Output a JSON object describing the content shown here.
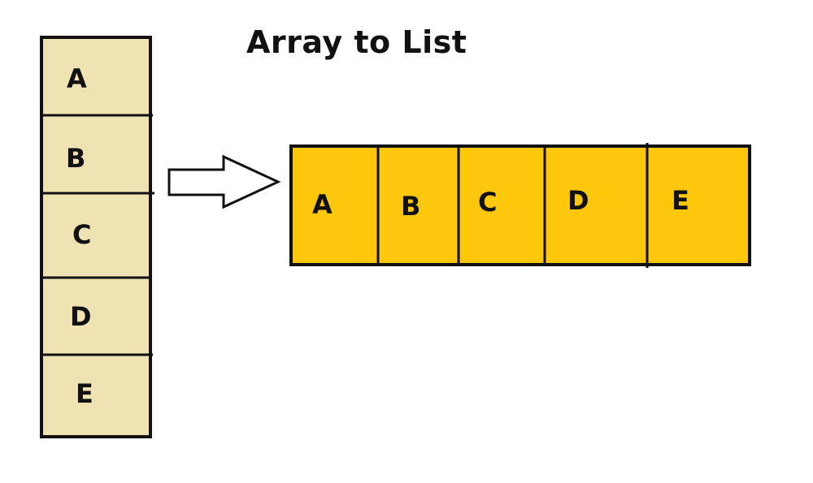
{
  "title": "Array to List",
  "array": {
    "items": [
      "A",
      "B",
      "C",
      "D",
      "E"
    ],
    "fill_color": "#EFE3B4"
  },
  "list": {
    "items": [
      "A",
      "B",
      "C",
      "D",
      "E"
    ],
    "fill_color": "#FDC80C"
  },
  "arrow": {
    "icon": "right-arrow-icon",
    "fill_color": "#FFFFFF"
  },
  "stroke_color": "#111111"
}
